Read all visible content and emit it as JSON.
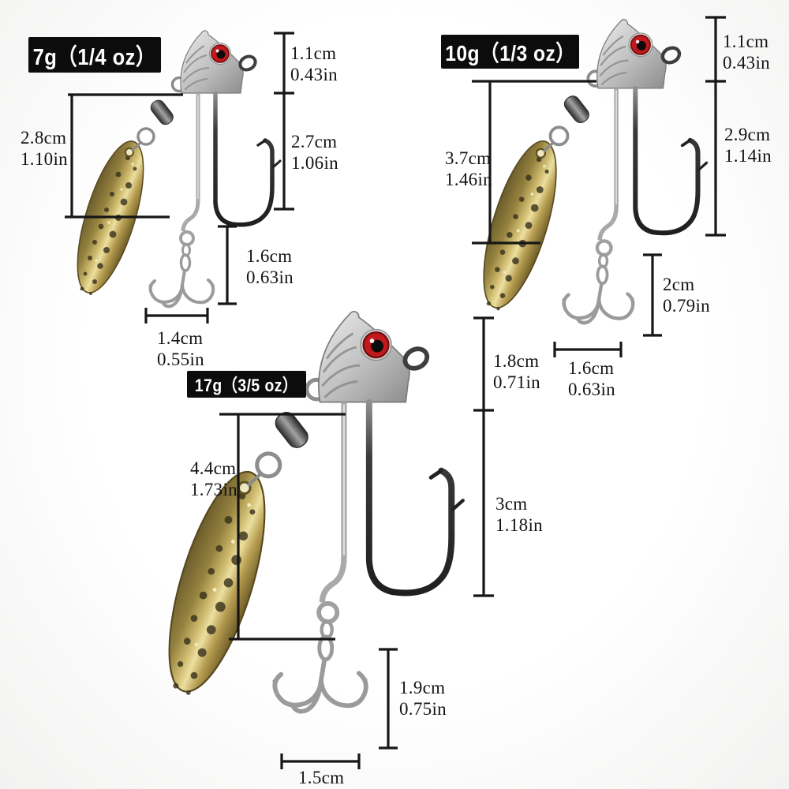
{
  "page": {
    "title": "Jig head spinner lure size diagram",
    "background": "#fbfbfb"
  },
  "colors": {
    "badge_bg": "#0c0c0c",
    "badge_text": "#ffffff",
    "dim_line": "#161616",
    "blade_gold": "#cdb96d",
    "head_silver": "#c6c6c6",
    "eye_red": "#c2191d",
    "hook_dark": "#2a2a2a"
  },
  "lures": [
    {
      "weight_label": "7g（1/4 oz）",
      "dims": [
        {
          "name": "head-height",
          "cm": "1.1cm",
          "inch": "0.43in"
        },
        {
          "name": "hook-length",
          "cm": "2.7cm",
          "inch": "1.06in"
        },
        {
          "name": "spinner-length",
          "cm": "2.8cm",
          "inch": "1.10in"
        },
        {
          "name": "treble-length",
          "cm": "1.6cm",
          "inch": "0.63in"
        },
        {
          "name": "treble-width",
          "cm": "1.4cm",
          "inch": "0.55in"
        }
      ]
    },
    {
      "weight_label": "10g（1/3 oz）",
      "dims": [
        {
          "name": "head-height",
          "cm": "1.1cm",
          "inch": "0.43in"
        },
        {
          "name": "hook-length",
          "cm": "2.9cm",
          "inch": "1.14in"
        },
        {
          "name": "spinner-length",
          "cm": "3.7cm",
          "inch": "1.46in"
        },
        {
          "name": "treble-length",
          "cm": "2cm",
          "inch": "0.79in"
        },
        {
          "name": "treble-width",
          "cm": "1.6cm",
          "inch": "0.63in"
        }
      ]
    },
    {
      "weight_label": "17g（3/5 oz）",
      "dims": [
        {
          "name": "head-height",
          "cm": "1.8cm",
          "inch": "0.71in"
        },
        {
          "name": "hook-length",
          "cm": "3cm",
          "inch": "1.18in"
        },
        {
          "name": "spinner-length",
          "cm": "4.4cm",
          "inch": "1.73in"
        },
        {
          "name": "treble-length",
          "cm": "1.9cm",
          "inch": "0.75in"
        },
        {
          "name": "treble-width",
          "cm": "1.5cm",
          "inch": ""
        }
      ]
    }
  ]
}
